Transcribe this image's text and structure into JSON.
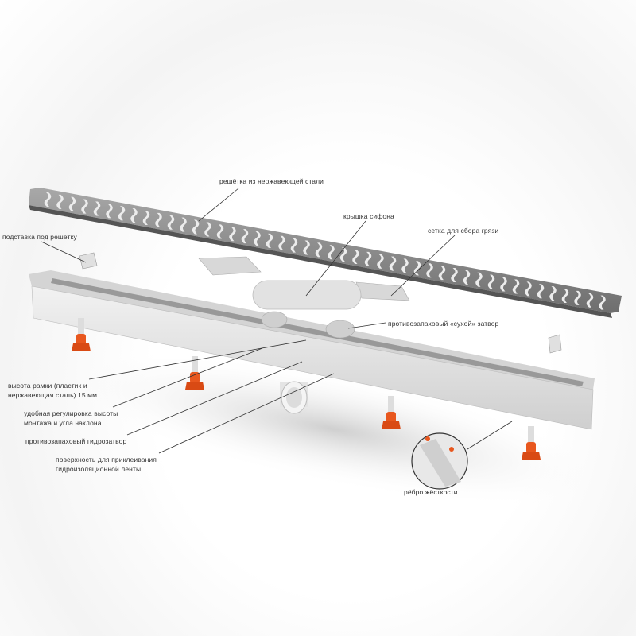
{
  "labels": {
    "grate": "решётка из нержавеющей стали",
    "siphon_cover": "крышка сифона",
    "dirt_mesh": "сетка для сбора грязи",
    "grate_support": "подставка под решётку",
    "dry_trap": "противозапаховый «сухой» затвор",
    "frame_height_1": "высота рамки (пластик и",
    "frame_height_2": "нержавеющая сталь) 15 мм",
    "adjustment_1": "удобная регулировка высоты",
    "adjustment_2": "монтажа и угла наклона",
    "water_trap": "противозапаховый гидрозатвор",
    "surface_1": "поверхность для приклеивания",
    "surface_2": "гидроизоляционной ленты",
    "stiffening_rib": "рёбро жёсткости"
  },
  "colors": {
    "steel": "#8a8a8a",
    "body": "#e6e6e6",
    "accent": "#e8571e",
    "line": "#333333"
  }
}
